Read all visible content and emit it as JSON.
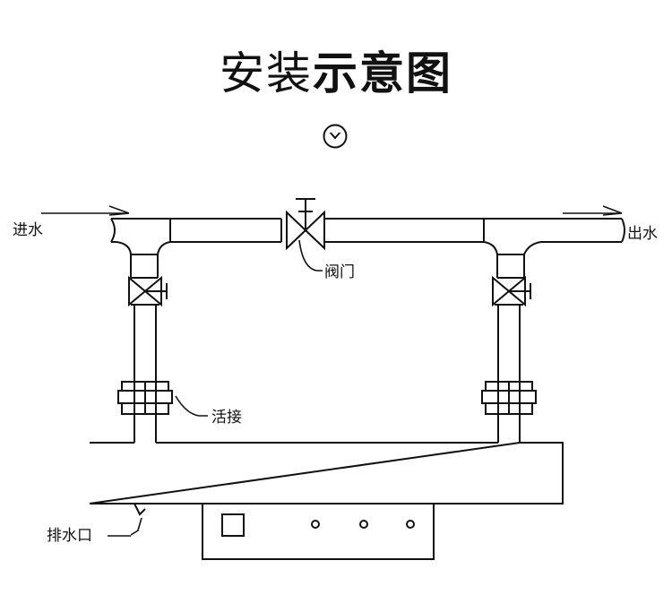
{
  "title": {
    "part1": "安装",
    "part2": "示意图"
  },
  "icons": {
    "scroll_down": "chevron-down-circle-icon"
  },
  "labels": {
    "inlet": "进水",
    "outlet": "出水",
    "valve": "阀门",
    "union": "活接",
    "drain": "排水口"
  },
  "colors": {
    "line": "#111111",
    "background": "#ffffff"
  }
}
